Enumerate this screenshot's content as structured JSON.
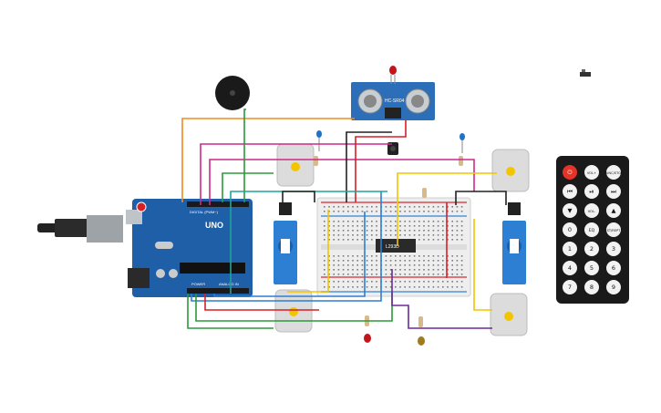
{
  "board": {
    "brand": "UNO",
    "digital_label": "DIGITAL (PWM~)",
    "power_label": "POWER",
    "analog_label": "ANALOG IN"
  },
  "chip": {
    "label": "L293D"
  },
  "sensor": {
    "label": "HC-SR04"
  },
  "remote": {
    "buttons": [
      "⏻",
      "VOL+",
      "FUNC/STOP",
      "⏮",
      "⏯",
      "⏭",
      "▼",
      "VOL-",
      "▲",
      "0",
      "EQ",
      "ST/REPT",
      "1",
      "2",
      "3",
      "4",
      "5",
      "6",
      "7",
      "8",
      "9"
    ]
  },
  "colors": {
    "board": "#1f5fa8",
    "wire_red": "#d81f26",
    "wire_black": "#222222",
    "wire_green": "#2a9a3a",
    "wire_orange": "#f08a1c",
    "wire_yellow": "#f2c500",
    "wire_blue": "#2d7fd3",
    "wire_magenta": "#cc2a8a",
    "wire_teal": "#1ea59a",
    "wire_purple": "#6a2c9a"
  }
}
